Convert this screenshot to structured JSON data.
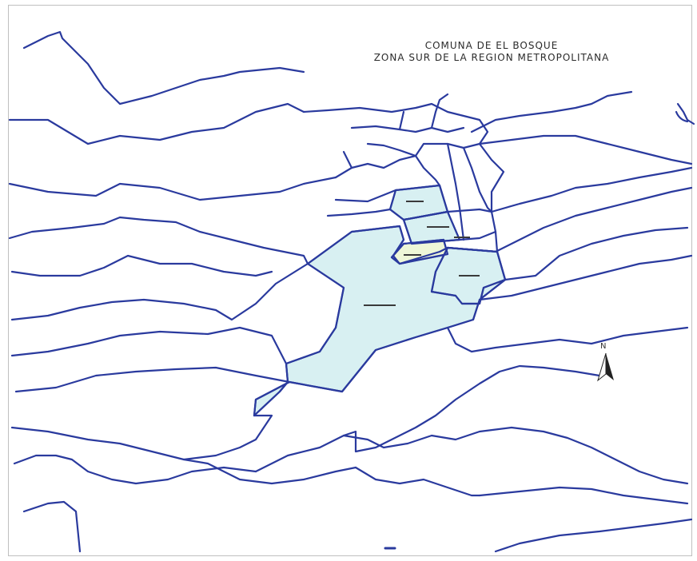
{
  "map": {
    "title_line1": "COMUNA DE EL BOSQUE",
    "title_line2": "ZONA SUR DE LA REGION METROPOLITANA",
    "north_label": "N",
    "colors": {
      "boundary": "#2a3a9e",
      "highlight_fill": "#d8f0f2",
      "highlight_fill_alt": "#eef7d8",
      "background": "#ffffff"
    }
  }
}
